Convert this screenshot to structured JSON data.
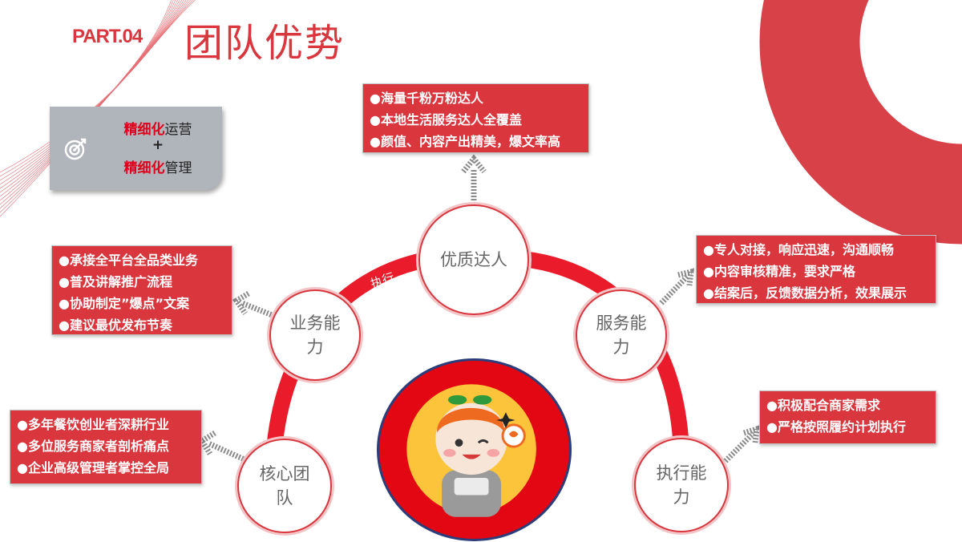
{
  "header": {
    "part": "PART.04",
    "title": "团队优势"
  },
  "card": {
    "line1_highlight": "精细化",
    "line1_rest": "运营",
    "plus": "+",
    "line2_highlight": "精细化",
    "line2_rest": "管理",
    "icon": "target-icon"
  },
  "nodes": {
    "top": {
      "label": "优质达人"
    },
    "left": {
      "line1": "业务能",
      "line2": "力"
    },
    "right": {
      "line1": "服务能",
      "line2": "力"
    },
    "bottom_left": {
      "line1": "核心团",
      "line2": "队"
    },
    "bottom_right": {
      "line1": "执行能",
      "line2": "力"
    }
  },
  "arc_label": "执行",
  "boxes": {
    "top": [
      "●海量千粉万粉达人",
      "●本地生活服务达人全覆盖",
      "●颜值、内容产出精美，爆文率高"
    ],
    "left": [
      "●承接全平台全品类业务",
      "●普及讲解推广流程",
      "●协助制定”爆点”文案",
      "●建议最优发布节奏"
    ],
    "right": [
      "●专人对接，响应迅速，沟通顺畅",
      "●内容审核精准，要求严格",
      "●结案后，反馈数据分析，效果展示"
    ],
    "bottom_left": [
      "●多年餐饮创业者深耕行业",
      "●多位服务商家者剖析痛点",
      "●企业高级管理者掌控全局"
    ],
    "bottom_right": [
      "●积极配合商家需求",
      "●严格按照履约计划执行"
    ]
  },
  "colors": {
    "primary": "#d9363e",
    "highlight": "#e0001b",
    "card_bg": "#b0b4bb",
    "center": "#e30613"
  }
}
